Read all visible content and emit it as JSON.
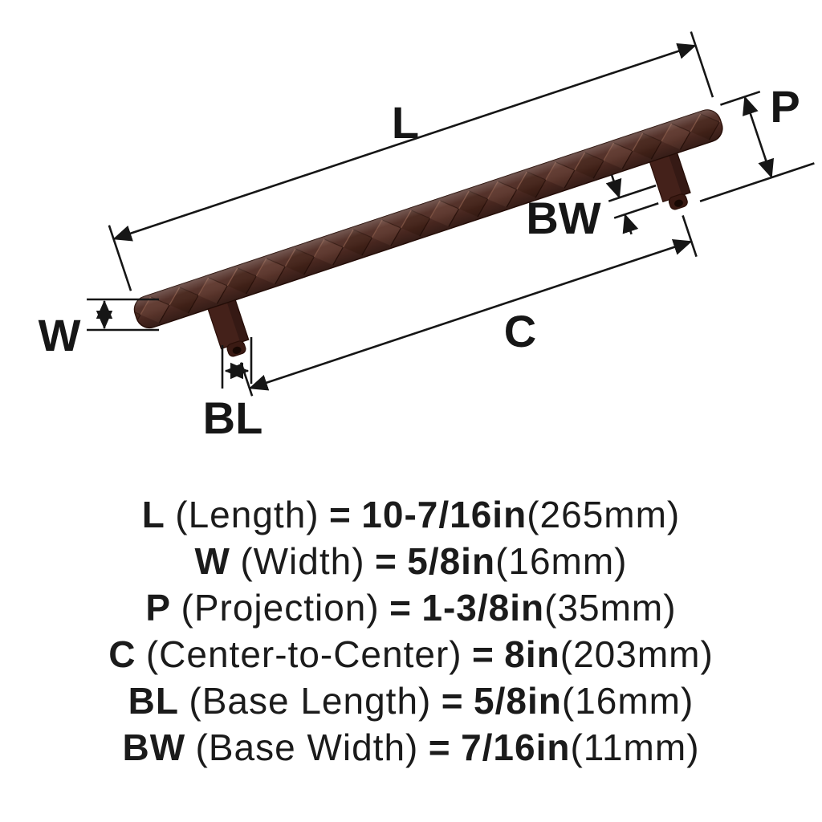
{
  "diagram": {
    "labels": {
      "length": "L",
      "width": "W",
      "projection": "P",
      "center_to_center": "C",
      "base_length": "BL",
      "base_width": "BW"
    },
    "colors": {
      "handle_base": "#4e2a22",
      "handle_light": "#5d362c",
      "handle_dark": "#452319",
      "dimension_line": "#161616"
    }
  },
  "specs": [
    {
      "key": "L",
      "name": "(Length)",
      "equals": "=",
      "value": "10-7/16in",
      "metric": "(265mm)"
    },
    {
      "key": "W",
      "name": "(Width)",
      "equals": "=",
      "value": "5/8in",
      "metric": "(16mm)"
    },
    {
      "key": "P",
      "name": "(Projection)",
      "equals": "=",
      "value": "1-3/8in",
      "metric": "(35mm)"
    },
    {
      "key": "C",
      "name": "(Center-to-Center)",
      "equals": "=",
      "value": "8in",
      "metric": "(203mm)"
    },
    {
      "key": "BL",
      "name": "(Base Length)",
      "equals": "=",
      "value": "5/8in",
      "metric": "(16mm)"
    },
    {
      "key": "BW",
      "name": "(Base Width)",
      "equals": "=",
      "value": "7/16in",
      "metric": "(11mm)"
    }
  ]
}
